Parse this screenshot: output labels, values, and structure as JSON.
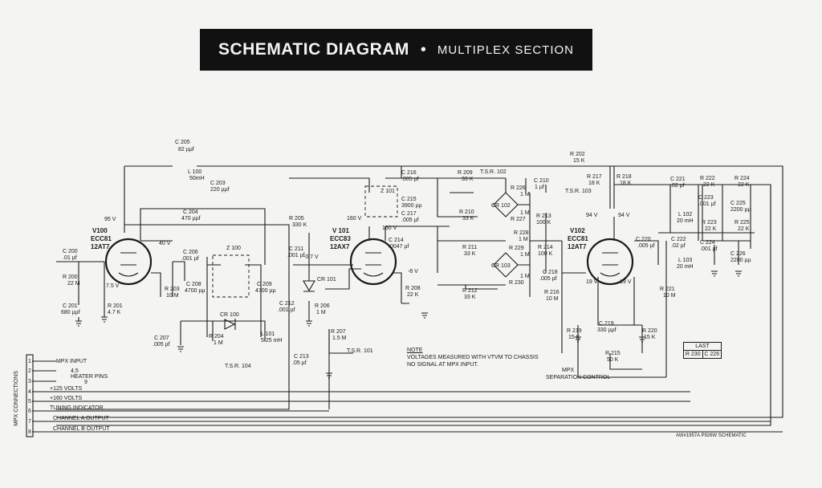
{
  "title": {
    "main": "SCHEMATIC DIAGRAM",
    "separator": "•",
    "section": "MULTIPLEX SECTION"
  },
  "tubes": [
    {
      "ref": "V100",
      "type": "ECC81",
      "alt": "12AT7"
    },
    {
      "ref": "V 101",
      "type": "ECC83",
      "alt": "12AX7"
    },
    {
      "ref": "V102",
      "type": "ECC81",
      "alt": "12AT7"
    }
  ],
  "components": {
    "c205": "C 205",
    "c205v": "82 µµf",
    "l100": "L 100",
    "l100v": "50mH",
    "c203": "C 203",
    "c203v": "220 µµf",
    "c204": "C 204",
    "c204v": "470 µµf",
    "c200": "C 200",
    "c200v": ".01 µf",
    "r200": "R 200",
    "r200v": "22 M",
    "c201": "C 201",
    "c201v": "680 µµf",
    "r201": "R 201",
    "r201v": "4.7 K",
    "c206": "C 206",
    "c206v": ".001 µf",
    "r203": "R 203",
    "r203v": "10 M",
    "c208": "C 208",
    "c208v": "4700 µµ",
    "c207": "C 207",
    "c207v": ".005 µf",
    "z100": "Z 100",
    "c209": "C 209",
    "c209v": "4700 µµ",
    "cr100": "CR 100",
    "r204": "R 204",
    "r204v": "1 M",
    "l101": "L 101",
    "l101v": "5.25 mH",
    "r205": "R 205",
    "r205v": "330 K",
    "c211": "C 211",
    "c211v": ".001 µf",
    "cr101": "CR 101",
    "c212": "C 212",
    "c212v": ".001 µf",
    "r206": "R 206",
    "r206v": "1 M",
    "r207": "R 207",
    "r207v": "1.5 M",
    "c213": "C 213",
    "c213v": ".05 µf",
    "z101": "Z 101",
    "c216": "C 216",
    "c216v": ".005 µf",
    "c215": "C 215",
    "c215v": "3900 µµ",
    "c217": "C 217",
    "c217v": ".005 µf",
    "c214": "C 214",
    "c214v": ".0047 µf",
    "r208": "R 208",
    "r208v": "22 K",
    "r209": "R 209",
    "r209v": "33 K",
    "r210": "R 210",
    "r210v": "33 K",
    "r211": "R 211",
    "r211v": "33 K",
    "r212": "R 212",
    "r212v": "33 K",
    "r226": "R 226",
    "r226v": "1 M",
    "r227": "R 227",
    "r227v": "1 M",
    "r228": "R 228",
    "r228v": "1 M",
    "r229": "R 229",
    "r229v": "1 M",
    "r230": "R 230",
    "r230v": "1 M",
    "cr102": "CR 102",
    "cr103": "CR 103",
    "r213": "R 213",
    "r213v": "100 K",
    "r214": "R 214",
    "r214v": "100 K",
    "c210": "C 210",
    "c210v": "1 µf",
    "c218": "C 218",
    "c218v": ".005 µf",
    "r202": "R 202",
    "r202v": "15 K",
    "r217": "R 217",
    "r217v": "18 K",
    "r218": "R 218",
    "r218v": "18 K",
    "r216": "R 216",
    "r216v": "10 M",
    "r219": "R 219",
    "r219v": "15 K",
    "c219": "C 219",
    "c219v": "330 µµf",
    "r220": "R 220",
    "r220v": "15 K",
    "r215": "R 215",
    "r215v": "50 K",
    "c220": "C 220",
    "c220v": ".005 µf",
    "r221": "R 221",
    "r221v": "10 M",
    "c221": "C 221",
    "c221v": ".02 µf",
    "r222": "R 222",
    "r222v": "22 K",
    "r224": "R 224",
    "r224v": "22 K",
    "c223": "C 223",
    "c223v": ".001 µf",
    "c225": "C 225",
    "c225v": "2200 µµ",
    "l102": "L 102",
    "l102v": "20 mH",
    "r223": "R 223",
    "r223v": "22 K",
    "r225": "R 225",
    "r225v": "22 K",
    "c222": "C 222",
    "c222v": ".02 µf",
    "c224": "C 224",
    "c224v": ".001 µf",
    "c226": "C 226",
    "c226v": "2200 µµ",
    "l103": "L 103",
    "l103v": "20 mH"
  },
  "voltages": {
    "v95": "95 V",
    "v40": "40 V",
    "v7_5": "7.5 V",
    "vm07": "-0.7 V",
    "v160a": "160 V",
    "v160b": "160 V",
    "vm6": "-6 V",
    "v94a": "94 V",
    "v94b": "94 V",
    "v19a": "19 V",
    "v19b": "19 V"
  },
  "tsr": {
    "t102": "T.S.R. 102",
    "t103": "T.S.R. 103",
    "t104": "T.S.R. 104",
    "t101": "T.S.R. 101"
  },
  "mpx_control": {
    "line1": "MPX",
    "line2": "SEPARATION CONTROL"
  },
  "note": {
    "heading": "NOTE",
    "line1": "VOLTAGES MEASURED WITH VTVM TO CHASSIS",
    "line2": "NO SIGNAL AT MPX INPUT."
  },
  "last": {
    "heading": "LAST",
    "r": "R 230",
    "c": "C 226"
  },
  "connections": {
    "label": "MPX CONNECTIONS",
    "pins": [
      {
        "num": "1",
        "label": "MPX INPUT"
      },
      {
        "num": "2",
        "label": "4,5"
      },
      {
        "num": "3",
        "label": "9"
      },
      {
        "num": "4",
        "label": "+125 VOLTS"
      },
      {
        "num": "5",
        "label": "+160 VOLTS"
      },
      {
        "num": "6",
        "label": "TUNING INDICATOR"
      },
      {
        "num": "7",
        "label": "CHANNEL A OUTPUT"
      },
      {
        "num": "8",
        "label": "CHANNEL B OUTPUT"
      }
    ],
    "heater_label": "HEATER PINS"
  },
  "footer": "AW#1957A   P926W SCHEMATIC"
}
